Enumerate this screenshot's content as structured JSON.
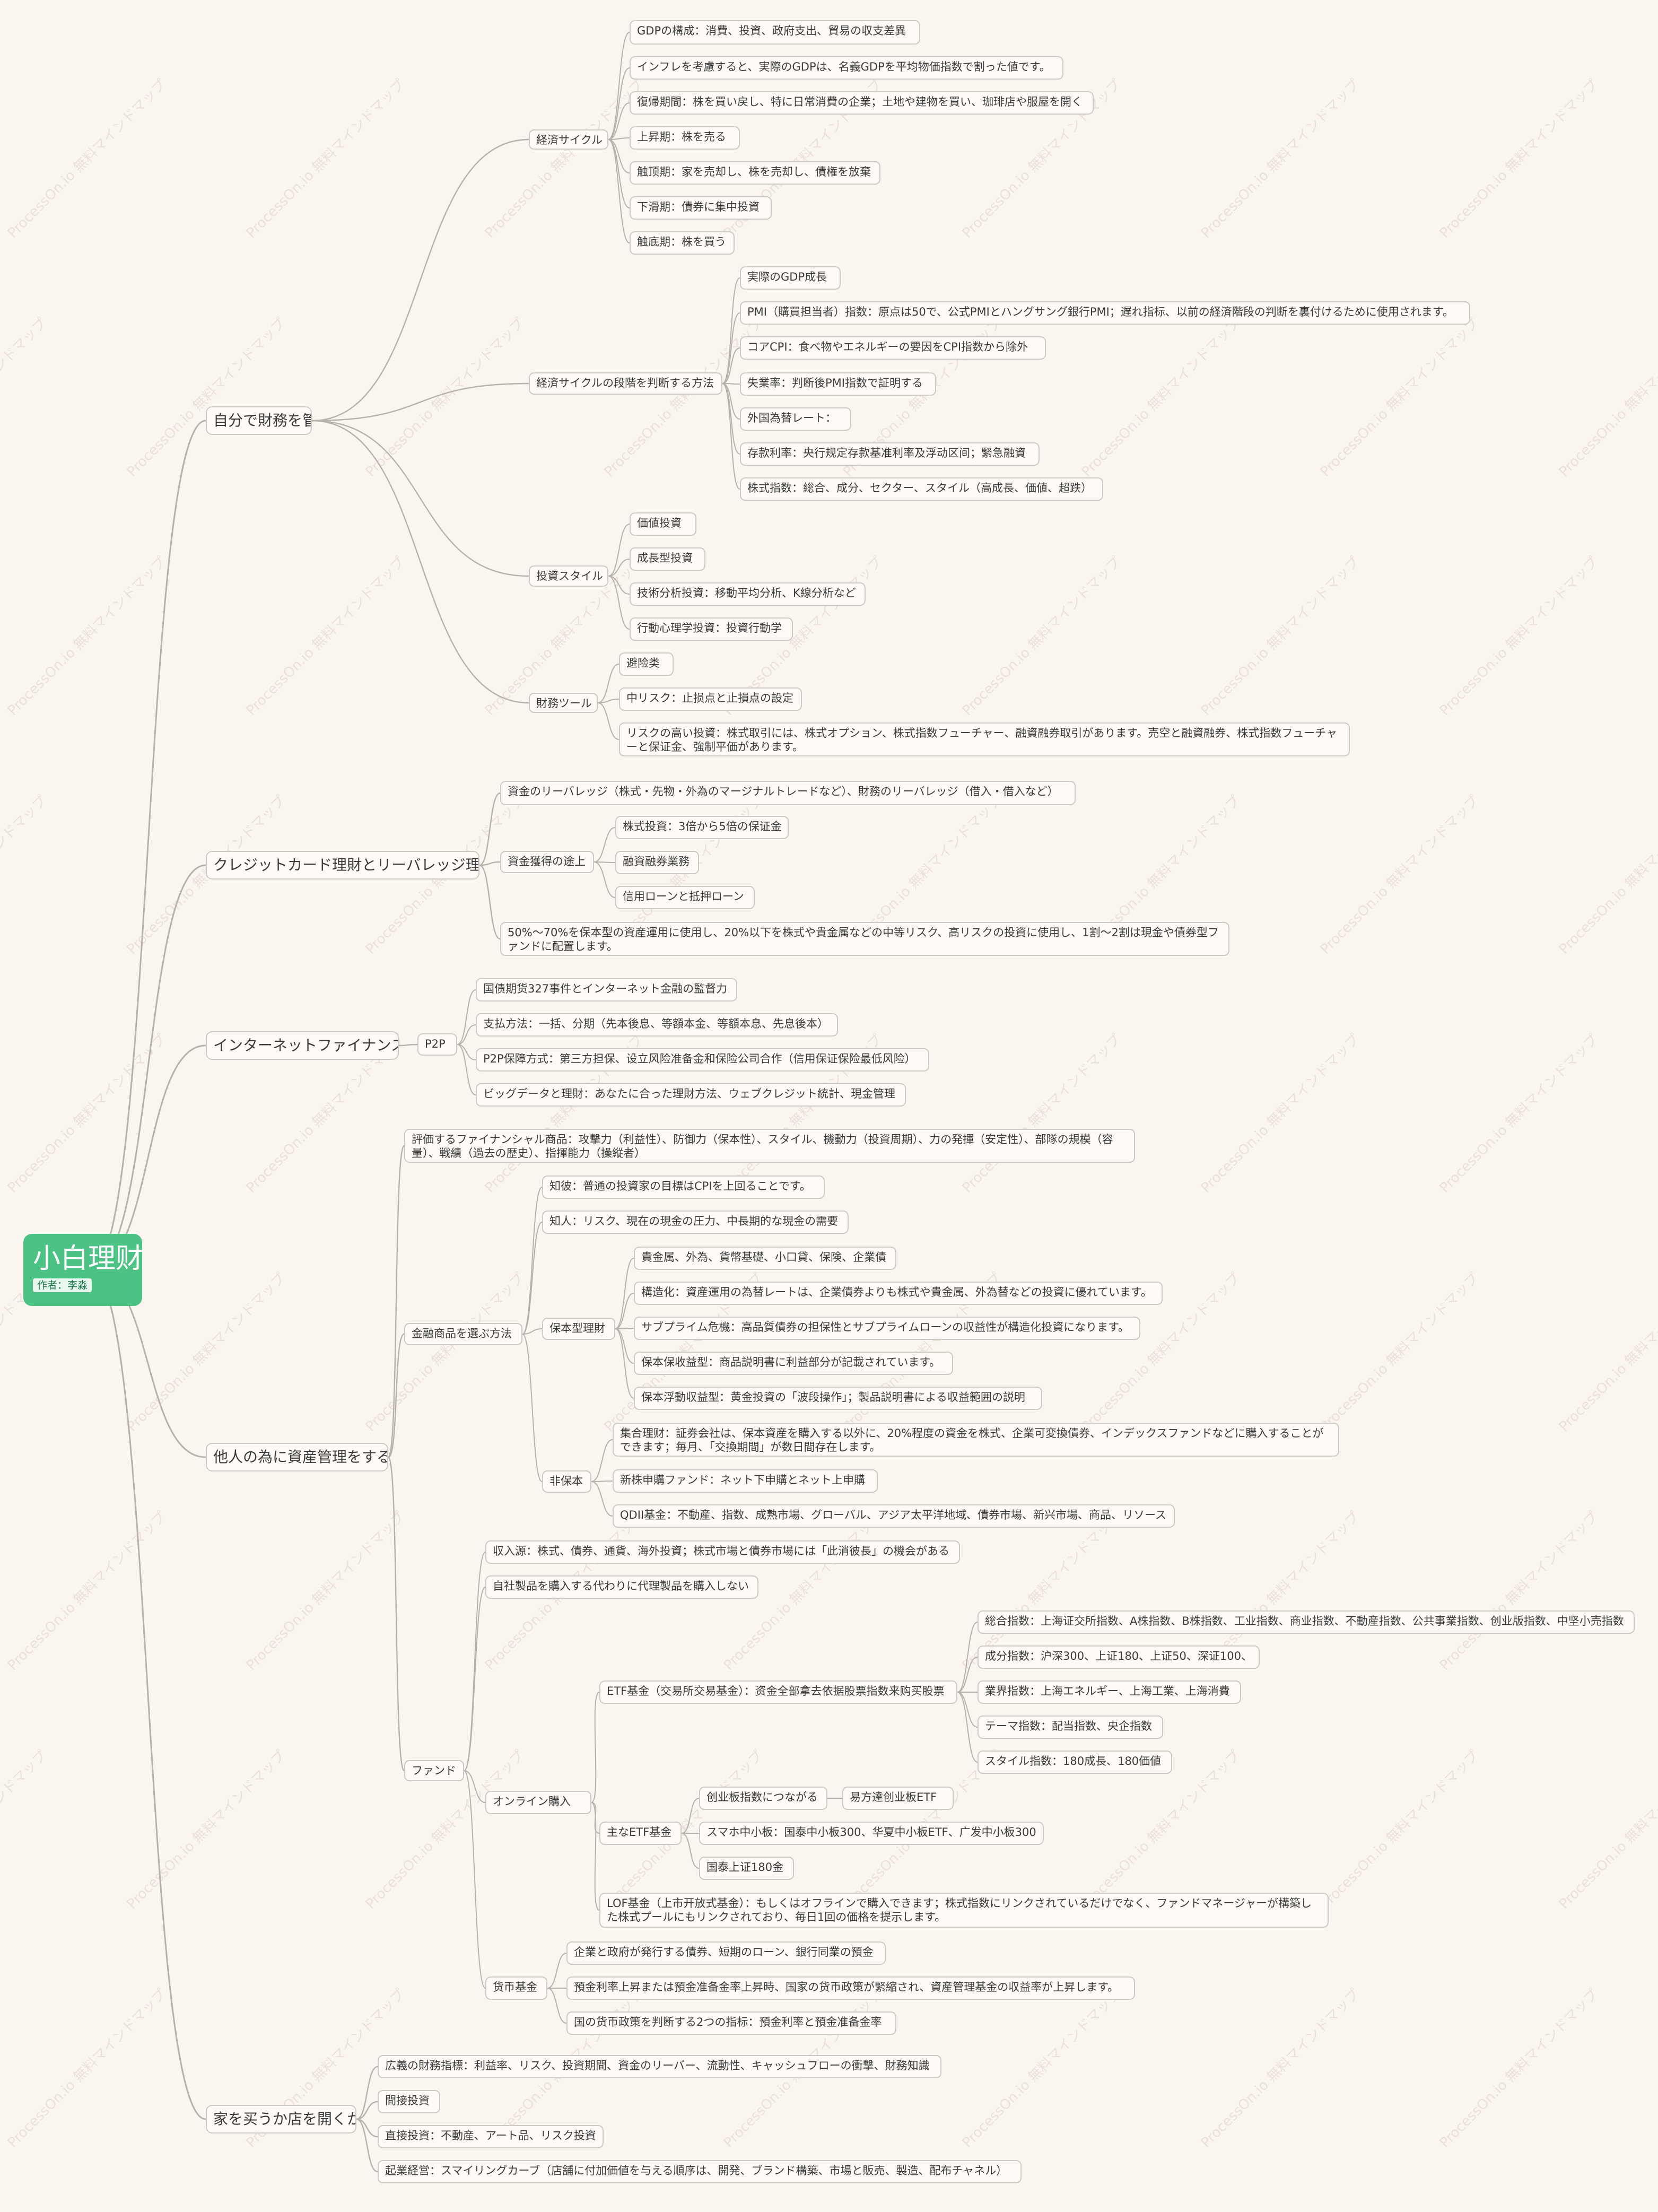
{
  "root": {
    "title": "小白理财",
    "author": "作者：李淼"
  },
  "watermark": "ProcessOn.io 無料マインドマップ",
  "colors": {
    "root_bg": "#4cc285",
    "line": "#b7b1ab",
    "node_border": "#cfc9c3",
    "background": "#fbf5f0"
  },
  "branches": [
    {
      "label": "自分で財務を管理する際に知っておくべきこと",
      "children": [
        {
          "label": "経済サイクル",
          "children": [
            {
              "label": "GDPの構成：消費、投資、政府支出、貿易の収支差異"
            },
            {
              "label": "インフレを考慮すると、実際のGDPは、名義GDPを平均物価指数で割った値です。"
            },
            {
              "label": "復帰期間：株を買い戻し、特に日常消費の企業；土地や建物を買い、珈琲店や服屋を開く"
            },
            {
              "label": "上昇期：株を売る"
            },
            {
              "label": "触顶期：家を売却し、株を売却し、債権を放棄"
            },
            {
              "label": "下滑期：債券に集中投資"
            },
            {
              "label": "触底期：株を買う"
            }
          ]
        },
        {
          "label": "経済サイクルの段階を判断する方法",
          "children": [
            {
              "label": "実際のGDP成長"
            },
            {
              "label": "PMI（購買担当者）指数：原点は50で、公式PMIとハングサング銀行PMI；遅れ指标、以前の経済階段の判断を裏付けるために使用されます。"
            },
            {
              "label": "コアCPI：食べ物やエネルギーの要因をCPI指数から除外"
            },
            {
              "label": "失業率：判断後PMI指数で証明する"
            },
            {
              "label": "外国為替レート："
            },
            {
              "label": "存款利率：央行规定存款基准利率及浮动区间；緊急融資"
            },
            {
              "label": "株式指数：総合、成分、セクター、スタイル（高成長、価値、超跌）"
            }
          ]
        },
        {
          "label": "投資スタイル",
          "children": [
            {
              "label": "価値投資"
            },
            {
              "label": "成長型投資"
            },
            {
              "label": "技術分析投資：移動平均分析、K線分析など"
            },
            {
              "label": "行動心理学投資：投資行動学"
            }
          ]
        },
        {
          "label": "財務ツール",
          "children": [
            {
              "label": "避险类"
            },
            {
              "label": "中リスク：止损点と止損点の設定"
            },
            {
              "label": "リスクの高い投資：株式取引には、株式オプション、株式指数フューチャー、融資融券取引があります。売空と融資融券、株式指数フューチャーと保证金、強制平価があります。"
            }
          ]
        }
      ]
    },
    {
      "label": "クレジットカード理財とリーバレッジ理財",
      "children": [
        {
          "label": "資金のリーバレッジ（株式・先物・外為のマージナルトレードなど）、財務のリーバレッジ（借入・借入など）"
        },
        {
          "label": "資金獲得の途上",
          "children": [
            {
              "label": "株式投資：3倍から5倍の保证金"
            },
            {
              "label": "融資融券業務"
            },
            {
              "label": "信用ローンと抵押ローン"
            }
          ]
        },
        {
          "label": "50%～70%を保本型の資産運用に使用し、20%以下を株式や貴金属などの中等リスク、高リスクの投資に使用し、1割～2割は現金や債券型ファンドに配置します。"
        }
      ]
    },
    {
      "label": "インターネットファイナンス",
      "children": [
        {
          "label": "P2P",
          "children": [
            {
              "label": "国债期货327事件とインターネット金融の監督力"
            },
            {
              "label": "支払方法：一括、分期（先本後息、等額本金、等額本息、先息後本）"
            },
            {
              "label": "P2P保障方式：第三方担保、设立风险准备金和保险公司合作（信用保证保险最低风险）"
            },
            {
              "label": "ビッグデータと理財：あなたに合った理財方法、ウェブクレジット統計、現金管理"
            }
          ]
        }
      ]
    },
    {
      "label": "他人の為に資産管理をする",
      "children": [
        {
          "label": "評価するファイナンシャル商品：攻撃力（利益性）、防御力（保本性）、スタイル、機動力（投資周期）、力の発揮（安定性）、部隊の規模（容量）、戦績（過去の歴史）、指揮能力（操縦者）"
        },
        {
          "label": "金融商品を選ぶ方法",
          "children": [
            {
              "label": "知彼：普通の投資家の目標はCPIを上回ることです。"
            },
            {
              "label": "知人：リスク、現在の現金の圧力、中長期的な現金の需要"
            },
            {
              "label": "保本型理財",
              "children": [
                {
                  "label": "貴金属、外為、貨幣基礎、小口貸、保険、企業債"
                },
                {
                  "label": "構造化：資産運用の為替レートは、企業債券よりも株式や貴金属、外為替などの投資に優れています。"
                },
                {
                  "label": "サブプライム危機：高品質債券の担保性とサブプライムローンの収益性が構造化投資になります。"
                },
                {
                  "label": "保本保收益型：商品説明書に利益部分が記載されています。"
                },
                {
                  "label": "保本浮動収益型：黄金投資の「波段操作」；製品説明書による収益範囲の説明"
                }
              ]
            },
            {
              "label": "非保本",
              "children": [
                {
                  "label": "集合理财：証券会社は、保本資産を購入する以外に、20%程度の資金を株式、企業可変換債券、インデックスファンドなどに購入することができます；毎月、「交換期間」が数日間存在します。"
                },
                {
                  "label": "新株申購ファンド：ネット下申購とネット上申購"
                },
                {
                  "label": "QDII基金：不動産、指数、成熟市場、グローバル、アジア太平洋地域、債券市場、新兴市場、商品、リソース"
                }
              ]
            }
          ]
        },
        {
          "label": "ファンド",
          "children": [
            {
              "label": "収入源：株式、債券、通貨、海外投資；株式市場と債券市場には「此消彼長」の機会がある"
            },
            {
              "label": "自社製品を購入する代わりに代理製品を購入しない"
            },
            {
              "label": "オンライン購入",
              "children": [
                {
                  "label": "ETF基金（交易所交易基金）：资金全部拿去依据股票指数来购买股票",
                  "children": [
                    {
                      "label": "総合指数：上海证交所指数、A株指数、B株指数、工业指数、商业指数、不動産指数、公共事業指数、创业版指数、中坚小売指数"
                    },
                    {
                      "label": "成分指数：沪深300、上证180、上证50、深证100、"
                    },
                    {
                      "label": "業界指数：上海エネルギー、上海工業、上海消費"
                    },
                    {
                      "label": "テーマ指数：配当指数、央企指数"
                    },
                    {
                      "label": "スタイル指数：180成長、180価値"
                    }
                  ]
                },
                {
                  "label": "主なETF基金",
                  "children": [
                    {
                      "label": "创业板指数につながる",
                      "children": [
                        {
                          "label": "易方達创业板ETF"
                        }
                      ]
                    },
                    {
                      "label": "スマホ中小板：国泰中小板300、华夏中小板ETF、广发中小板300"
                    },
                    {
                      "label": "国泰上证180金"
                    }
                  ]
                },
                {
                  "label": "LOF基金（上市开放式基金）：もしくはオフラインで購入できます；株式指数にリンクされているだけでなく、ファンドマネージャーが構築した株式プールにもリンクされており、毎日1回の価格を提示します。"
                }
              ]
            },
            {
              "label": "货币基金",
              "children": [
                {
                  "label": "企業と政府が発行する債券、短期のローン、銀行同業の預金"
                },
                {
                  "label": "預金利率上昇または預金准备金率上昇時、国家の货币政策が緊縮され、資産管理基金の収益率が上昇します。"
                },
                {
                  "label": "国の货币政策を判断する2つの指标：預金利率と預金准备金率"
                }
              ]
            }
          ]
        }
      ]
    },
    {
      "label": "家を买うか店を開くか",
      "children": [
        {
          "label": "広義の財務指標：利益率、リスク、投資期間、資金のリーバー、流動性、キャッシュフローの衝撃、財務知識"
        },
        {
          "label": "間接投資"
        },
        {
          "label": "直接投資：不動産、アート品、リスク投資"
        },
        {
          "label": "起業経営：スマイリングカーブ（店舗に付加価値を与える順序は、開発、ブランド構築、市場と販売、製造、配布チャネル）"
        }
      ]
    }
  ]
}
